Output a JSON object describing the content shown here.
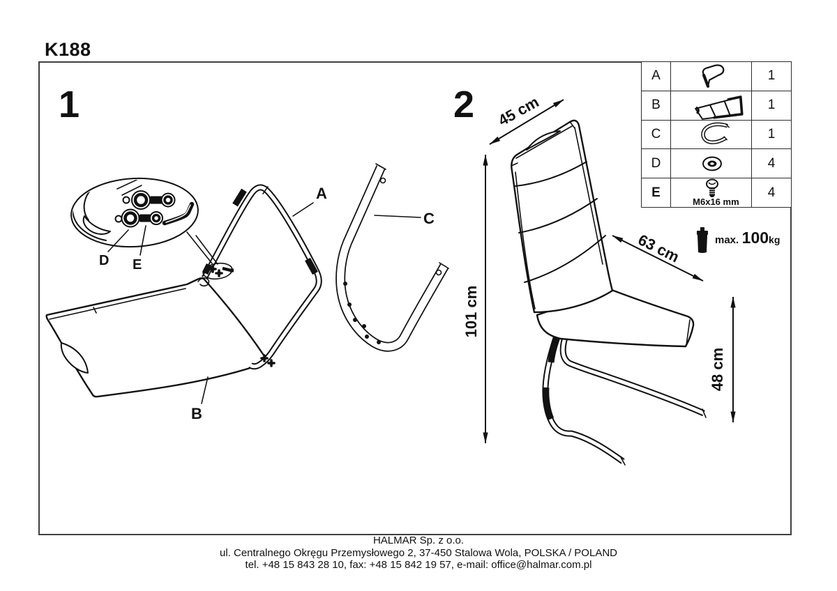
{
  "title": "K188",
  "figures": {
    "exploded_label": "1",
    "assembled_label": "2"
  },
  "part_labels": {
    "a": "A",
    "b": "B",
    "c": "C",
    "d": "D",
    "e": "E"
  },
  "dimensions": {
    "back_width": "45 cm",
    "total_height": "101 cm",
    "depth": "63 cm",
    "seat_height": "48 cm"
  },
  "parts_table": {
    "rows": [
      {
        "letter": "A",
        "qty": "1"
      },
      {
        "letter": "B",
        "qty": "1"
      },
      {
        "letter": "C",
        "qty": "1"
      },
      {
        "letter": "D",
        "qty": "4"
      },
      {
        "letter": "E",
        "qty": "4",
        "note": "M6x16 mm"
      }
    ]
  },
  "weight_limit": {
    "label": "max.",
    "value": "100",
    "unit": "kg"
  },
  "footer": {
    "company": "HALMAR Sp. z o.o.",
    "address": "ul. Centralnego Okręgu Przemysłowego 2, 37-450 Stalowa Wola, POLSKA / POLAND",
    "contact": "tel. +48 15 843 28 10, fax: +48 15 842 19 57, e-mail: office@halmar.com.pl"
  }
}
